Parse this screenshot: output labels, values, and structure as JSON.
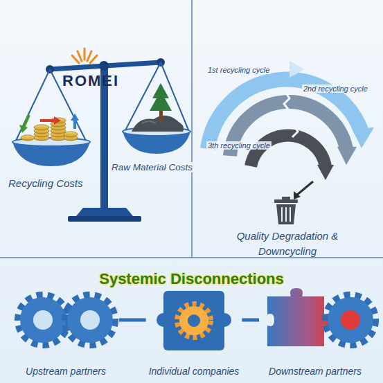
{
  "diagram": {
    "title": "Systemic Disconnections",
    "nodes": [
      {
        "text": [
          "Upstream partners"
        ]
      },
      {
        "text": [
          "Individual companies"
        ]
      },
      {
        "text": [
          "Downstream partners"
        ]
      }
    ],
    "edges": [
      {
        "from": 0,
        "to": 1,
        "arrow": "none"
      },
      {
        "from": 1,
        "to": 2,
        "arrow": "none"
      }
    ],
    "labels": [
      "ROMEI",
      "Recycling Costs",
      "Raw Material Costs",
      "1st recycling cycle",
      "2nd recycling cycle",
      "3th recycling cycle",
      "Quality Degradation & Downcycling"
    ]
  }
}
